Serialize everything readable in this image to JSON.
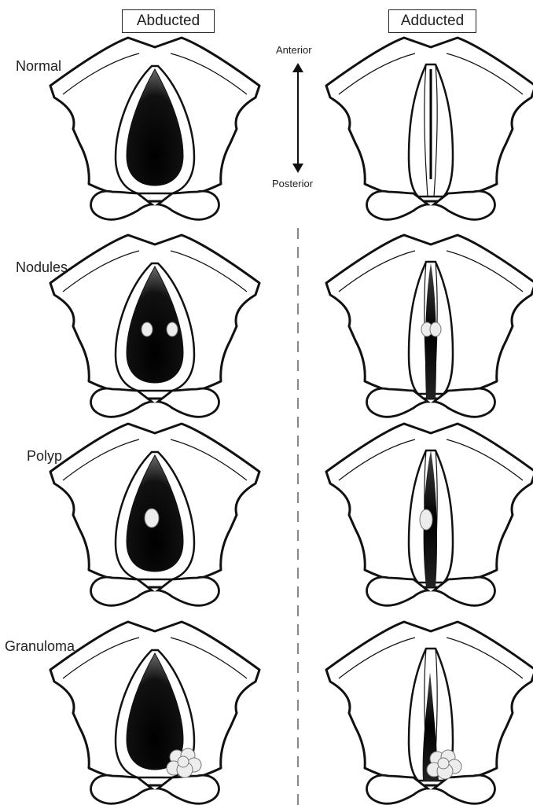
{
  "columns": {
    "abducted": "Abducted",
    "adducted": "Adducted"
  },
  "rows": [
    {
      "id": "normal",
      "label": "Normal"
    },
    {
      "id": "nodules",
      "label": "Nodules"
    },
    {
      "id": "polyp",
      "label": "Polyp"
    },
    {
      "id": "granuloma",
      "label": "Granuloma"
    }
  ],
  "axis": {
    "top": "Anterior",
    "bottom": "Posterior"
  },
  "colors": {
    "line": "#111111",
    "glottis_dark": "#000000",
    "glottis_light": "#6a6a6a",
    "lesion": "#ededed",
    "divider": "#888888"
  }
}
